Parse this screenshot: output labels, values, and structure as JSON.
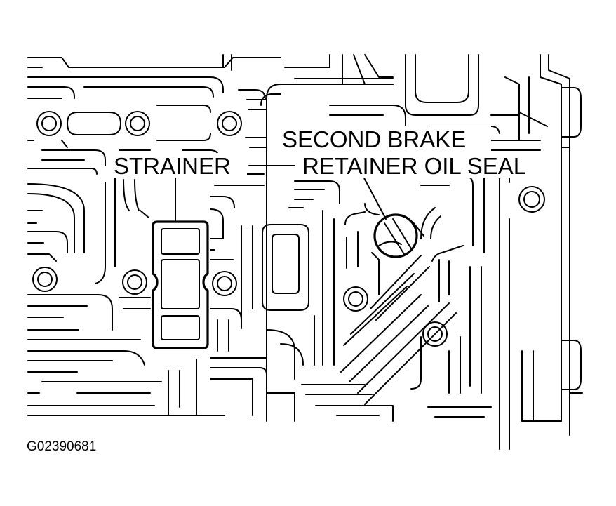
{
  "labels": {
    "strainer": "STRAINER",
    "seal_line1": "SECOND BRAKE",
    "seal_line2": "RETAINER OIL SEAL"
  },
  "figure_code": "G02390681"
}
